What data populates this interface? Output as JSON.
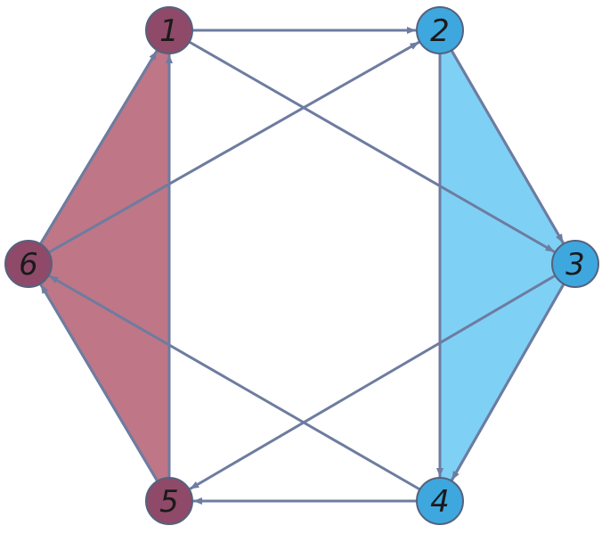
{
  "diagram": {
    "type": "directed-graph",
    "colors": {
      "edge": "#6d7ca0",
      "group_maroon_fill": "#bf7686",
      "group_maroon_stroke": "#6e86a8",
      "group_blue_fill": "#7fd0f5",
      "group_blue_stroke": "#6e86a8",
      "node_maroon": "#8e4a68",
      "node_blue": "#3ea7de",
      "node_stroke": "#55627e",
      "label": "#1a1a1a"
    },
    "nodes": [
      {
        "id": "1",
        "label": "1",
        "color": "maroon"
      },
      {
        "id": "2",
        "label": "2",
        "color": "blue"
      },
      {
        "id": "3",
        "label": "3",
        "color": "blue"
      },
      {
        "id": "4",
        "label": "4",
        "color": "blue"
      },
      {
        "id": "5",
        "label": "5",
        "color": "maroon"
      },
      {
        "id": "6",
        "label": "6",
        "color": "maroon"
      }
    ],
    "edges": [
      {
        "from": "1",
        "to": "2"
      },
      {
        "from": "1",
        "to": "3"
      },
      {
        "from": "2",
        "to": "3"
      },
      {
        "from": "2",
        "to": "4"
      },
      {
        "from": "3",
        "to": "4"
      },
      {
        "from": "3",
        "to": "5"
      },
      {
        "from": "4",
        "to": "5"
      },
      {
        "from": "4",
        "to": "6"
      },
      {
        "from": "5",
        "to": "1"
      },
      {
        "from": "5",
        "to": "6"
      },
      {
        "from": "6",
        "to": "1"
      },
      {
        "from": "6",
        "to": "2"
      }
    ],
    "groups": [
      {
        "name": "maroon-triangle",
        "nodes": [
          "1",
          "6",
          "5"
        ],
        "color": "maroon"
      },
      {
        "name": "blue-triangle",
        "nodes": [
          "2",
          "3",
          "4"
        ],
        "color": "blue"
      }
    ]
  }
}
